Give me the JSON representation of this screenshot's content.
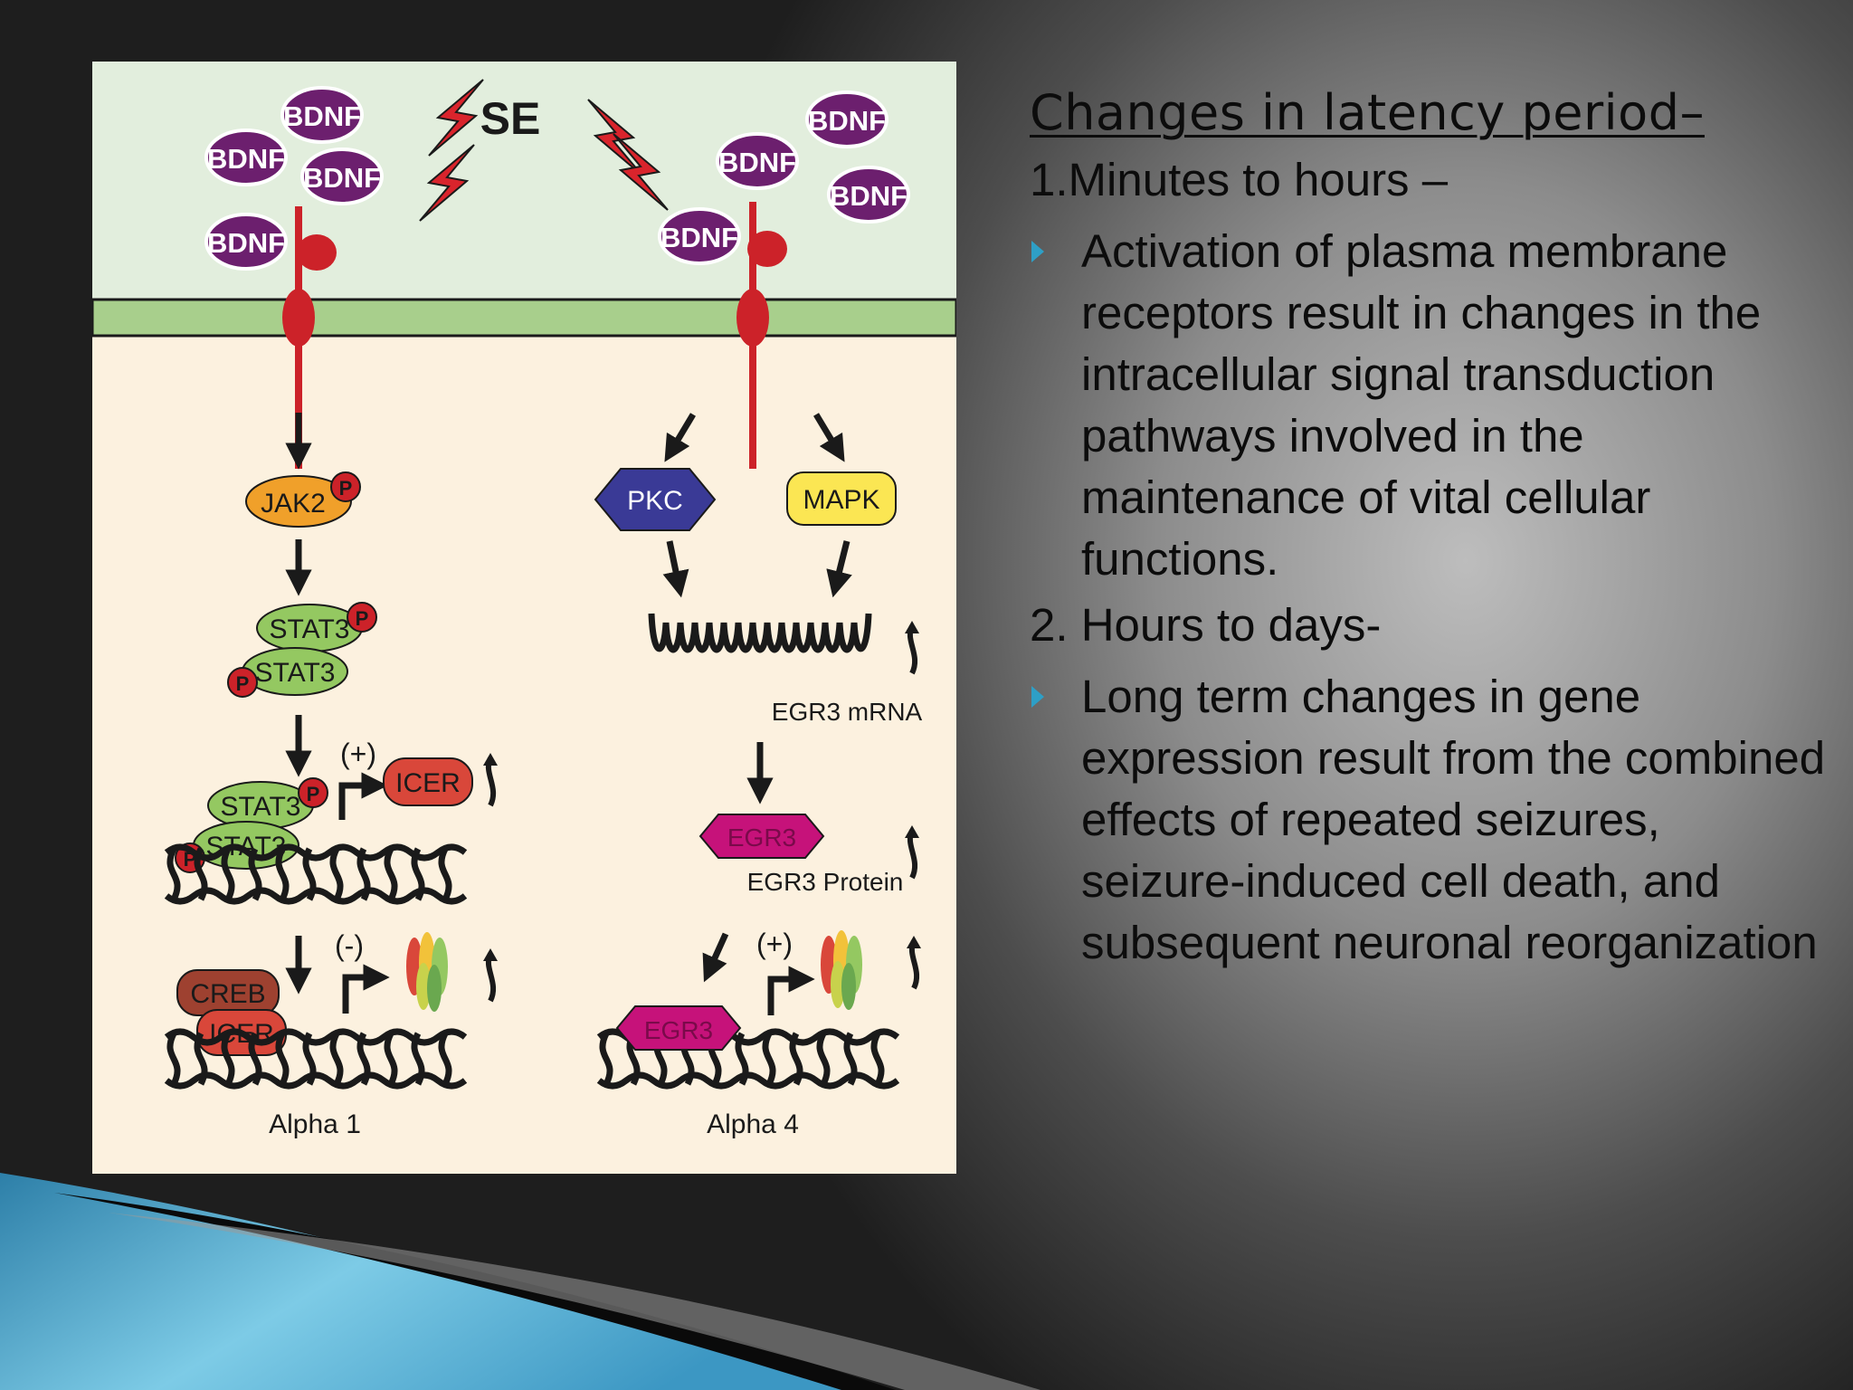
{
  "slide": {
    "title": "Changes in  latency period–",
    "sections": [
      {
        "heading": "1.Minutes to hours –",
        "bullet": "Activation of plasma membrane receptors result in changes in the intracellular signal transduction pathways involved in the maintenance of vital cellular functions."
      },
      {
        "heading": "2. Hours to days-",
        "bullet": "Long term changes in gene expression result from the combined effects of repeated seizures, seizure-induced cell death, and subsequent neuronal reorganization"
      }
    ]
  },
  "diagram": {
    "stimulus_label": "SE",
    "ligand": "BDNF",
    "phospho": "P",
    "left_pathway": {
      "kinase": "JAK2",
      "factor": "STAT3",
      "activation_sign": "(+)",
      "target_gene": "ICER",
      "inhibition_sign": "(-)",
      "partner": "CREB",
      "repressor": "ICER",
      "receptor_gene": "Alpha 1"
    },
    "right_pathway": {
      "kinase_a": "PKC",
      "kinase_b": "MAPK",
      "mrna_label": "EGR3 mRNA",
      "protein": "EGR3",
      "protein_label": "EGR3 Protein",
      "activation_sign": "(+)",
      "receptor_gene": "Alpha 4"
    }
  },
  "colors": {
    "extracellular": "#e2eedd",
    "cytoplasm": "#fcf1df",
    "membrane": "#a8cf8c",
    "bdnf": "#6c1f6e",
    "receptor": "#cc2229",
    "jak2": "#f0a02a",
    "stat3": "#94c861",
    "pkc": "#3a3a96",
    "mapk": "#fbe653",
    "icer": "#d9473a",
    "creb": "#9e4130",
    "egr3": "#c6127a",
    "bullet": "#2e9fc6"
  }
}
